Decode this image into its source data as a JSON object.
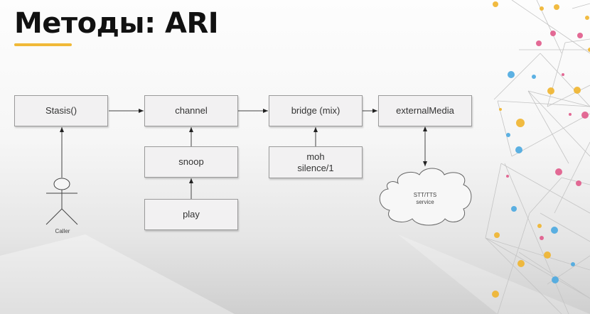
{
  "slide": {
    "title": "Методы: ARI",
    "accent_color": "#f0b938"
  },
  "diagram": {
    "nodes": {
      "stasis": "Stasis()",
      "channel": "channel",
      "bridge": "bridge (mix)",
      "external_media": "externalMedia",
      "snoop": "snoop",
      "play": "play",
      "moh_line1": "moh",
      "moh_line2": "silence/1",
      "caller": "Caller",
      "cloud_line1": "STT/TTS",
      "cloud_line2": "service"
    },
    "edges": [
      {
        "from": "stasis",
        "to": "channel"
      },
      {
        "from": "channel",
        "to": "bridge"
      },
      {
        "from": "bridge",
        "to": "external_media"
      },
      {
        "from": "caller",
        "to": "stasis"
      },
      {
        "from": "snoop",
        "to": "channel"
      },
      {
        "from": "play",
        "to": "snoop"
      },
      {
        "from": "moh",
        "to": "bridge"
      },
      {
        "from": "external_media",
        "to": "cloud",
        "bidirectional": true
      }
    ]
  },
  "decoration": {
    "dot_colors": [
      "#f0b42c",
      "#e05a8a",
      "#4aa8e0"
    ],
    "line_color": "#c4c4c4"
  }
}
